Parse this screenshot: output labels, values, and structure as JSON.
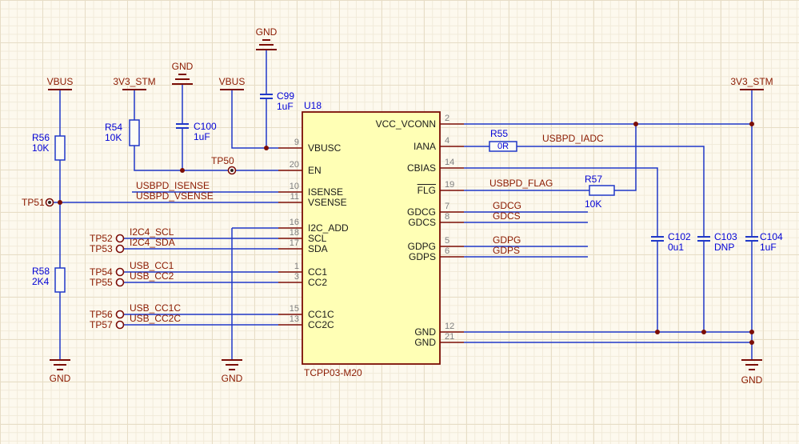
{
  "ic": {
    "designator": "U18",
    "part": "TCPP03-M20",
    "left_pins": [
      {
        "num": "9",
        "name": "VBUSC"
      },
      {
        "num": "20",
        "name": "EN"
      },
      {
        "num": "10",
        "name": "ISENSE"
      },
      {
        "num": "11",
        "name": "VSENSE"
      },
      {
        "num": "16",
        "name": "I2C_ADD"
      },
      {
        "num": "18",
        "name": "SCL"
      },
      {
        "num": "17",
        "name": "SDA"
      },
      {
        "num": "1",
        "name": "CC1"
      },
      {
        "num": "3",
        "name": "CC2"
      },
      {
        "num": "15",
        "name": "CC1C"
      },
      {
        "num": "13",
        "name": "CC2C"
      }
    ],
    "right_pins": [
      {
        "num": "2",
        "name": "VCC_VCONN"
      },
      {
        "num": "4",
        "name": "IANA"
      },
      {
        "num": "14",
        "name": "CBIAS"
      },
      {
        "num": "19",
        "name": "FLG"
      },
      {
        "num": "7",
        "name": "GDCG"
      },
      {
        "num": "8",
        "name": "GDCS"
      },
      {
        "num": "5",
        "name": "GDPG"
      },
      {
        "num": "6",
        "name": "GDPS"
      },
      {
        "num": "12",
        "name": "GND"
      },
      {
        "num": "21",
        "name": "GND"
      }
    ]
  },
  "components": {
    "r54": {
      "ref": "R54",
      "value": "10K"
    },
    "r55": {
      "ref": "R55",
      "value": "0R"
    },
    "r56": {
      "ref": "R56",
      "value": "10K"
    },
    "r57": {
      "ref": "R57",
      "value": "10K"
    },
    "r58": {
      "ref": "R58",
      "value": "2K4"
    },
    "c99": {
      "ref": "C99",
      "value": "1uF"
    },
    "c100": {
      "ref": "C100",
      "value": "1uF"
    },
    "c102": {
      "ref": "C102",
      "value": "0u1"
    },
    "c103": {
      "ref": "C103",
      "value": "DNP"
    },
    "c104": {
      "ref": "C104",
      "value": "1uF"
    }
  },
  "test_points": {
    "tp50": "TP50",
    "tp51": "TP51",
    "tp52": "TP52",
    "tp53": "TP53",
    "tp54": "TP54",
    "tp55": "TP55",
    "tp56": "TP56",
    "tp57": "TP57"
  },
  "net_labels": {
    "usbpd_isense": "USBPD_ISENSE",
    "usbpd_vsense": "USBPD_VSENSE",
    "i2c4_scl": "I2C4_SCL",
    "i2c4_sda": "I2C4_SDA",
    "usb_cc1": "USB_CC1",
    "usb_cc2": "USB_CC2",
    "usb_cc1c": "USB_CC1C",
    "usb_cc2c": "USB_CC2C",
    "usbpd_iadc": "USBPD_IADC",
    "usbpd_flag": "USBPD_FLAG",
    "gdcg": "GDCG",
    "gdcs": "GDCS",
    "gdpg": "GDPG",
    "gdps": "GDPS"
  },
  "power_ports": {
    "vbus_left": "VBUS",
    "v3v3_left": "3V3_STM",
    "gnd_top_mid": "GND",
    "vbus_mid": "VBUS",
    "gnd_top": "GND",
    "v3v3_right": "3V3_STM",
    "gnd_bottom_left": "GND",
    "gnd_bottom_mid": "GND",
    "gnd_bottom_right": "GND"
  },
  "colors": {
    "wire_blue": "#2038c8",
    "designator_blue": "#0202d6",
    "net_label_maroon": "#8b1a00",
    "symbol_maroon": "#7b0d06",
    "ic_body_fill": "#ffffb5",
    "background": "#fdf9ee"
  }
}
